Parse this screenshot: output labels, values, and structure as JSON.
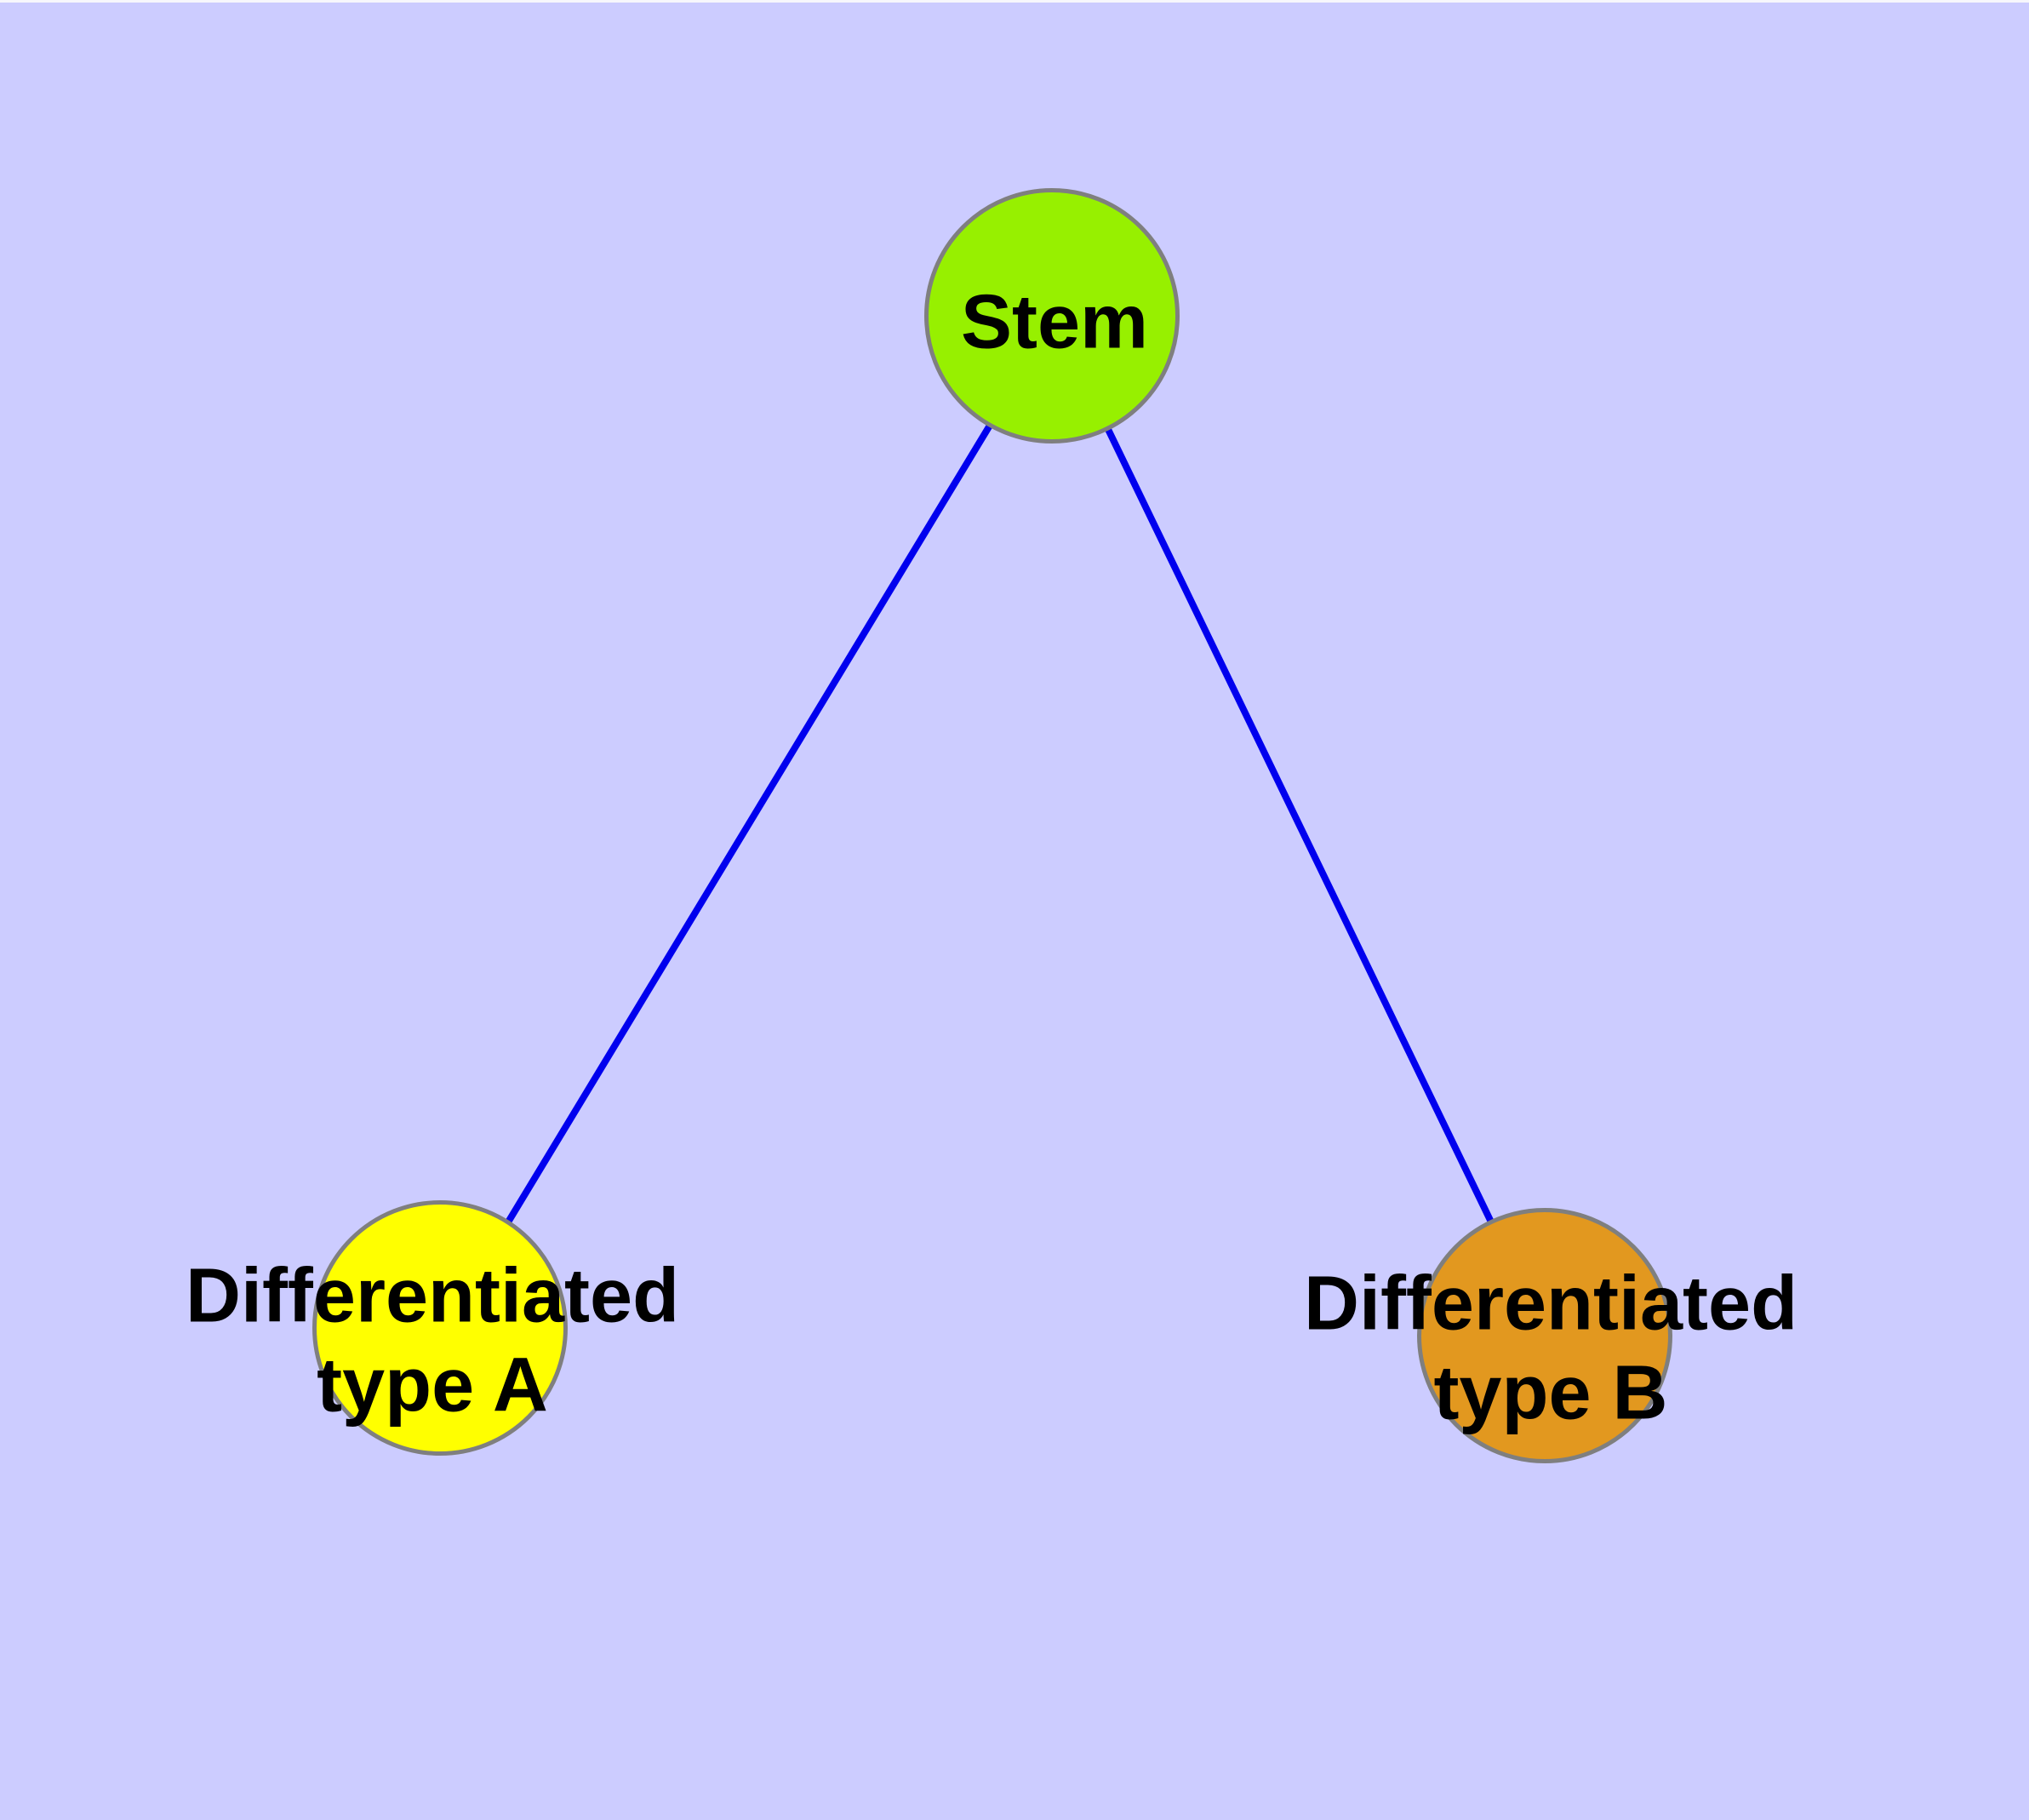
{
  "diagram": {
    "background_color": "#CCCCFF",
    "top_strip_color": "#F7F7FC",
    "edge_color": "#0000EE",
    "node_border_color": "#7F7F7F",
    "text_color": "#000000",
    "nodes": [
      {
        "id": "stem",
        "label": "Stem",
        "fill": "#97F000"
      },
      {
        "id": "differentiated-type-a",
        "label": "Differentiated\ntype A",
        "fill": "#FFFF00"
      },
      {
        "id": "differentiated-type-b",
        "label": "Differentiated\ntype B",
        "fill": "#E2981F"
      }
    ],
    "edges": [
      {
        "from": "stem",
        "to": "differentiated-type-a"
      },
      {
        "from": "stem",
        "to": "differentiated-type-b"
      }
    ]
  }
}
